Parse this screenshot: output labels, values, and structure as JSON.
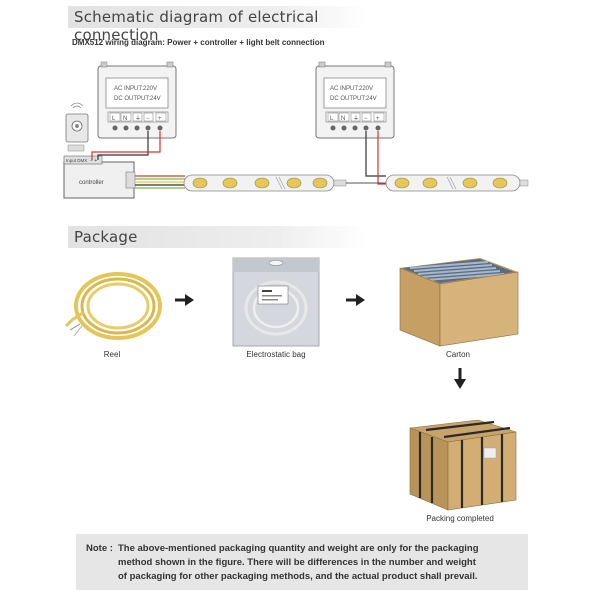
{
  "sections": {
    "schematic_title": "Schematic diagram of electrical connection",
    "package_title": "Package"
  },
  "wiring": {
    "subtitle": "DMX512 wiring diagram: Power + controller + light belt connection",
    "psu_line1": "AC INPUT:220V",
    "psu_line2": "DC OUTPUT:24V",
    "terminal_labels": [
      "L",
      "N",
      "⏚",
      "−",
      "+"
    ],
    "controller_label": "controller",
    "controller_input": "Input DMX",
    "controller_polarity": "− +"
  },
  "package": {
    "reel_label": "Reel",
    "bag_label": "Electrostatic bag",
    "carton_label": "Carton",
    "completed_label": "Packing completed"
  },
  "note": {
    "prefix": "Note :",
    "line1": "The above-mentioned packaging quantity and weight are only for the packaging",
    "line2": "method shown in the figure. There will be differences in the number and weight",
    "line3": "of packaging for other packaging methods, and the actual product shall prevail."
  },
  "colors": {
    "wire_red": "#d9342b",
    "wire_black": "#333333",
    "wire_green": "#7bb64c",
    "wire_yellow": "#e8c640",
    "strip_yellow": "#e6c85a",
    "cardboard": "#c9a46a",
    "section_bar": "#e2e2e2"
  }
}
